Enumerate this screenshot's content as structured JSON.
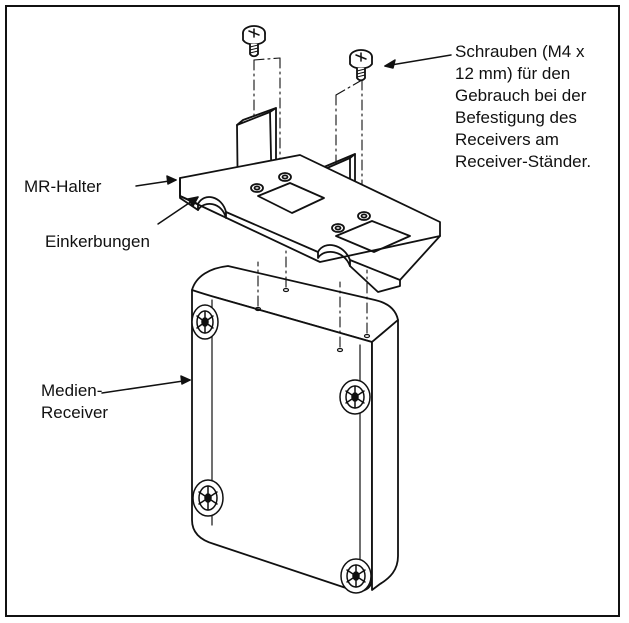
{
  "labels": {
    "screws": {
      "lines": [
        "Schrauben (M4 x",
        "12 mm) für den",
        "Gebrauch bei der",
        "Befestigung des",
        "Receivers am",
        "Receiver-Ständer."
      ]
    },
    "holder": "MR-Halter",
    "notches": "Einkerbungen",
    "receiver": {
      "lines": [
        "Medien-",
        "Receiver"
      ]
    }
  },
  "colors": {
    "line": "#111111",
    "background": "#ffffff"
  }
}
